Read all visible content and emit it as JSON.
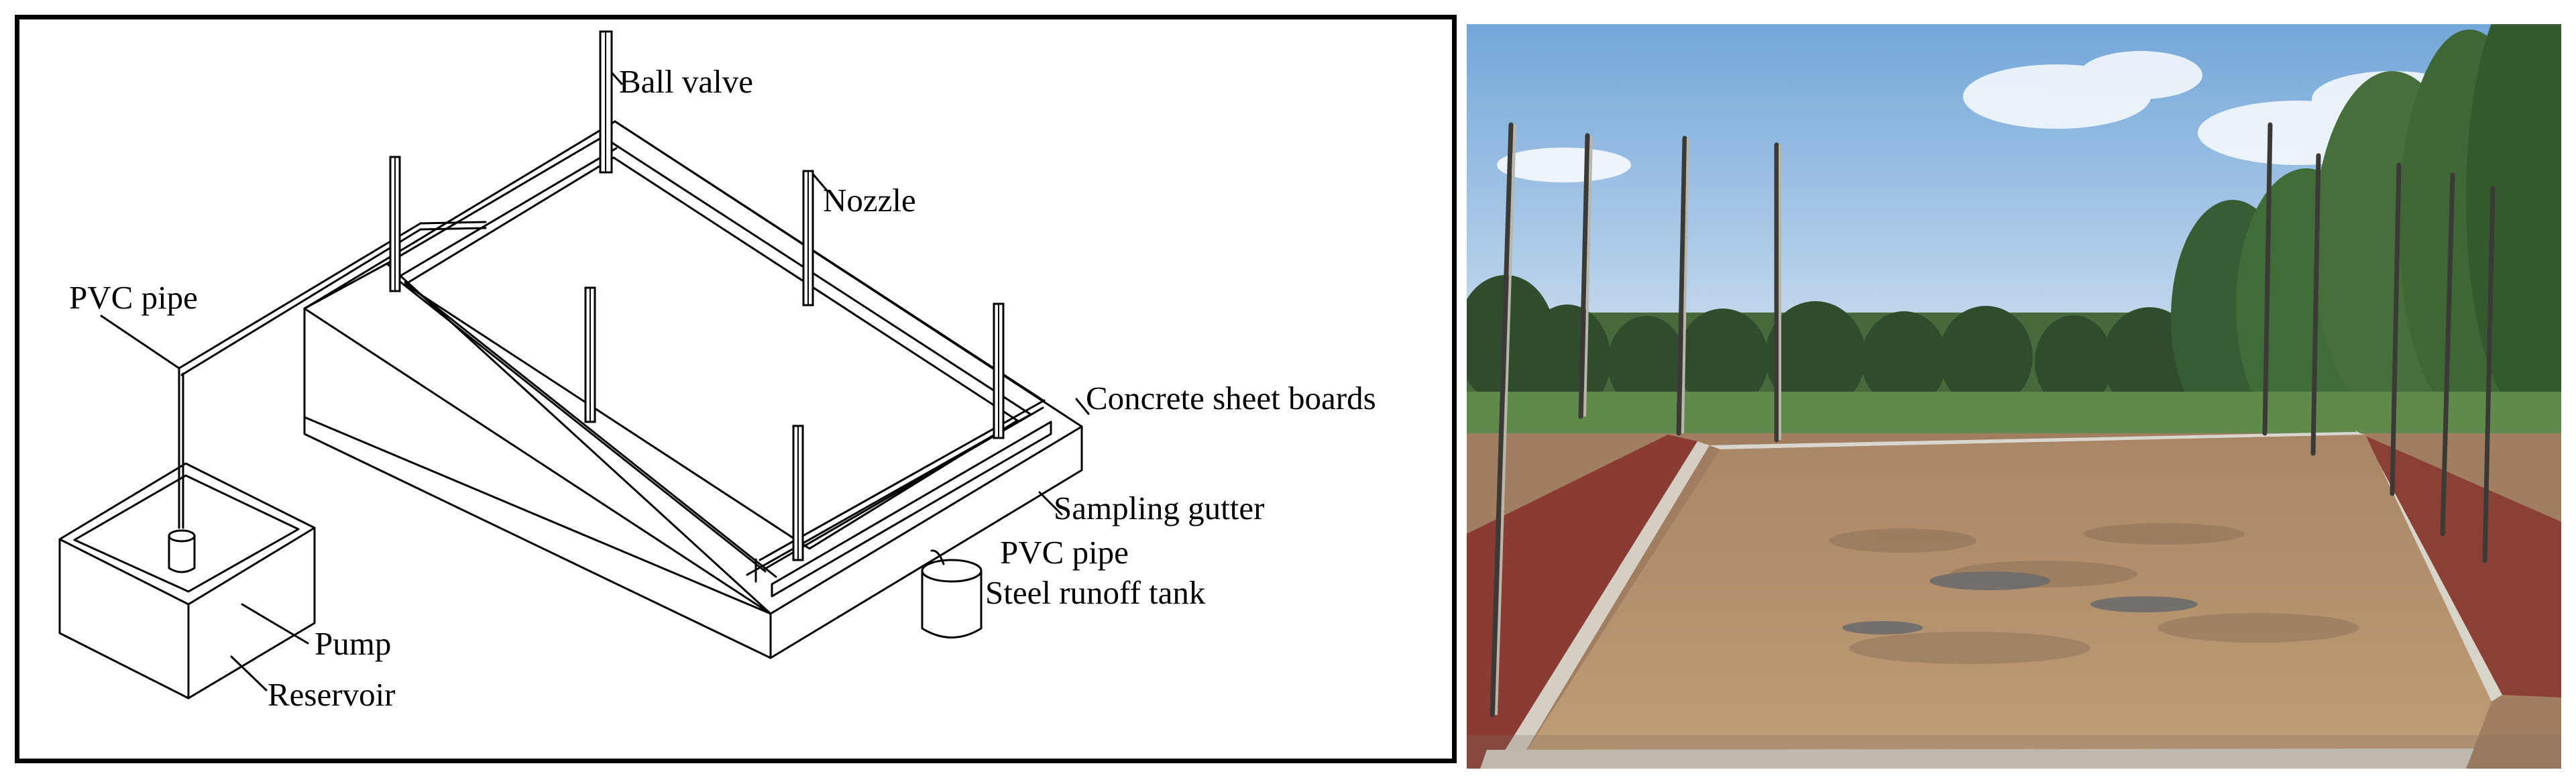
{
  "diagram": {
    "labels": {
      "ball_valve": "Ball valve",
      "nozzle": "Nozzle",
      "pvc_pipe_left": "PVC pipe",
      "concrete_sheet_boards": "Concrete sheet boards",
      "sampling_gutter": "Sampling gutter",
      "pvc_pipe_right": "PVC pipe",
      "steel_runoff_tank": "Steel runoff tank",
      "pump": "Pump",
      "reservoir": "Reservoir"
    }
  },
  "photo": {
    "colors": {
      "sky_top": "#6fa8df",
      "sky_bottom": "#d6e6ef",
      "tree_dark": "#2f4f2f",
      "tree_mid": "#5f8f50",
      "soil": "#b59272",
      "brick": "#8b3f35",
      "concrete": "#d2d0c8"
    }
  }
}
